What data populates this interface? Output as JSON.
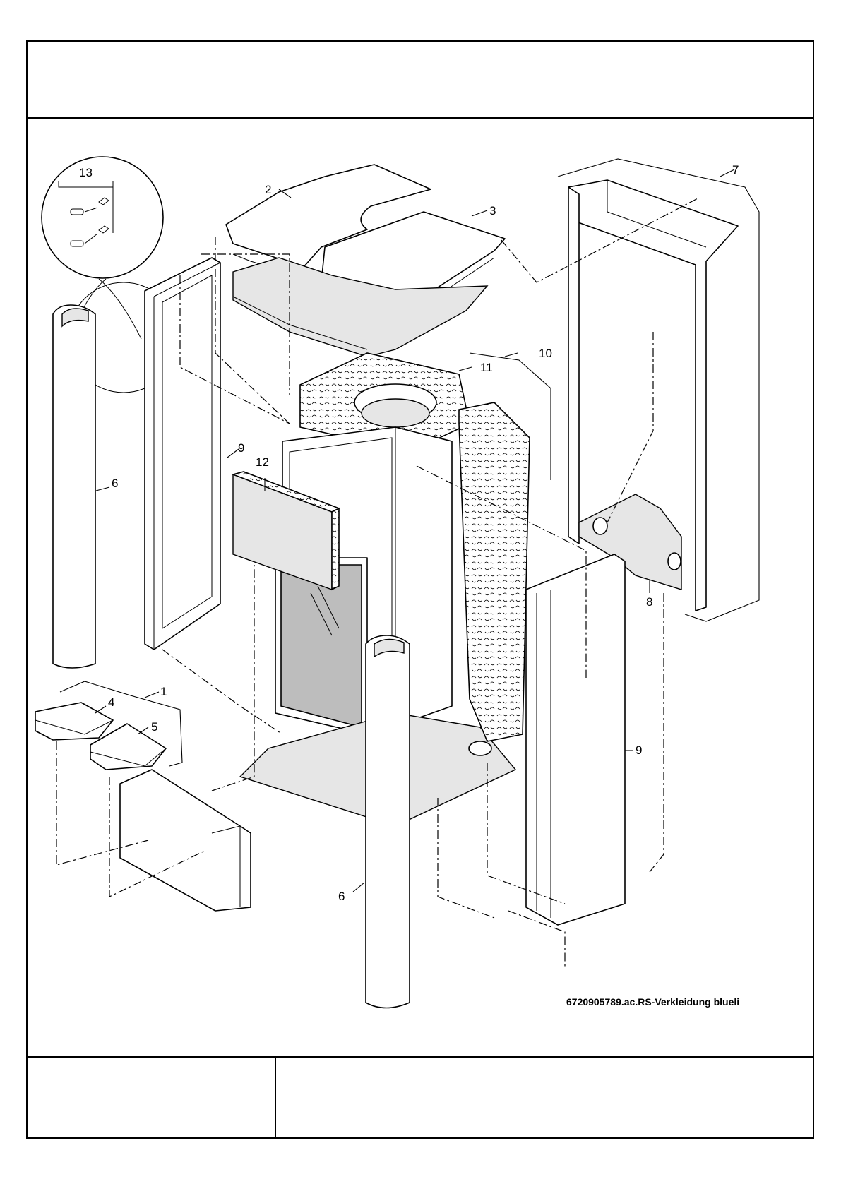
{
  "drawing_id": "6720905789.ac.RS-Verkleidung blueli",
  "part_labels": [
    "13",
    "2",
    "3",
    "7",
    "9",
    "10",
    "11",
    "12",
    "6",
    "8",
    "1",
    "4",
    "5",
    "9",
    "6"
  ]
}
